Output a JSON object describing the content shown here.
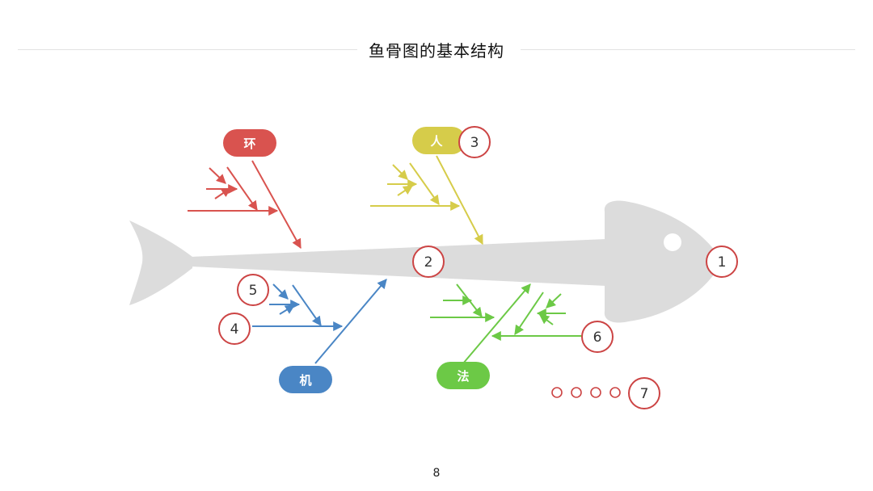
{
  "title": "鱼骨图的基本结构",
  "page_number": "8",
  "colors": {
    "fish": "#dcdcdc",
    "environment": "#d9534f",
    "people": "#d6cc4a",
    "machine": "#4a86c5",
    "method": "#6cc946",
    "marker": "#cc4444"
  },
  "categories": {
    "environment": "环",
    "people": "人",
    "machine": "机",
    "method": "法"
  },
  "markers": {
    "head": "1",
    "spine": "2",
    "main_cause": "3",
    "sub_cause": "4",
    "sub_sub_cause": "5",
    "reverse_cause": "6",
    "more": "7"
  }
}
